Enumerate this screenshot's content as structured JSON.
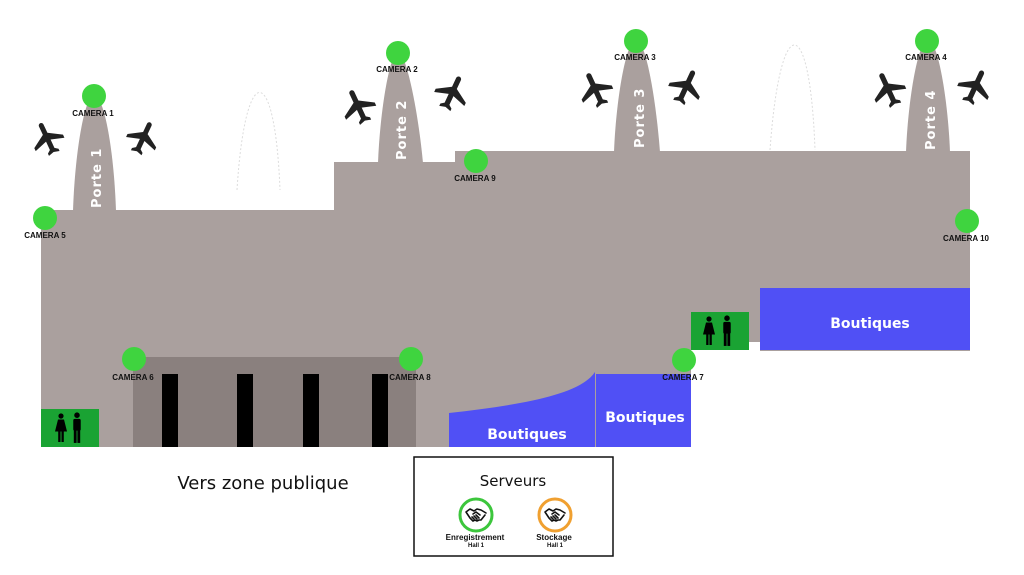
{
  "gates": [
    {
      "id": "gate-1",
      "label": "Porte 1"
    },
    {
      "id": "gate-2",
      "label": "Porte 2"
    },
    {
      "id": "gate-3",
      "label": "Porte 3"
    },
    {
      "id": "gate-4",
      "label": "Porte 4"
    }
  ],
  "cameras": [
    {
      "id": "camera-1",
      "label": "CAMERA 1"
    },
    {
      "id": "camera-2",
      "label": "CAMERA 2"
    },
    {
      "id": "camera-3",
      "label": "CAMERA 3"
    },
    {
      "id": "camera-4",
      "label": "CAMERA 4"
    },
    {
      "id": "camera-5",
      "label": "CAMERA 5"
    },
    {
      "id": "camera-6",
      "label": "CAMERA 6"
    },
    {
      "id": "camera-7",
      "label": "CAMERA 7"
    },
    {
      "id": "camera-8",
      "label": "CAMERA 8"
    },
    {
      "id": "camera-9",
      "label": "CAMERA 9"
    },
    {
      "id": "camera-10",
      "label": "CAMERA 10"
    }
  ],
  "shops": [
    {
      "id": "shops-left",
      "label": "Boutiques"
    },
    {
      "id": "shops-middle",
      "label": "Boutiques"
    },
    {
      "id": "shops-right",
      "label": "Boutiques"
    }
  ],
  "public_zone": {
    "label": "Vers zone publique"
  },
  "legend": {
    "title": "Serveurs",
    "servers": [
      {
        "name": "Enregistrement",
        "sub": "Hall 1",
        "status_color": "#3cc63c",
        "icon": "handshake-icon"
      },
      {
        "name": "Stockage",
        "sub": "Hall 1",
        "status_color": "#f0a030",
        "icon": "handshake-icon"
      }
    ]
  },
  "colors": {
    "floor": "#aaa09e",
    "gate_area": "#8a807e",
    "shops": "#5050f5",
    "restroom": "#1aa333",
    "camera": "#3fd43f"
  },
  "icons": {
    "airplane": "airplane-icon",
    "restroom": "restroom-icon"
  }
}
